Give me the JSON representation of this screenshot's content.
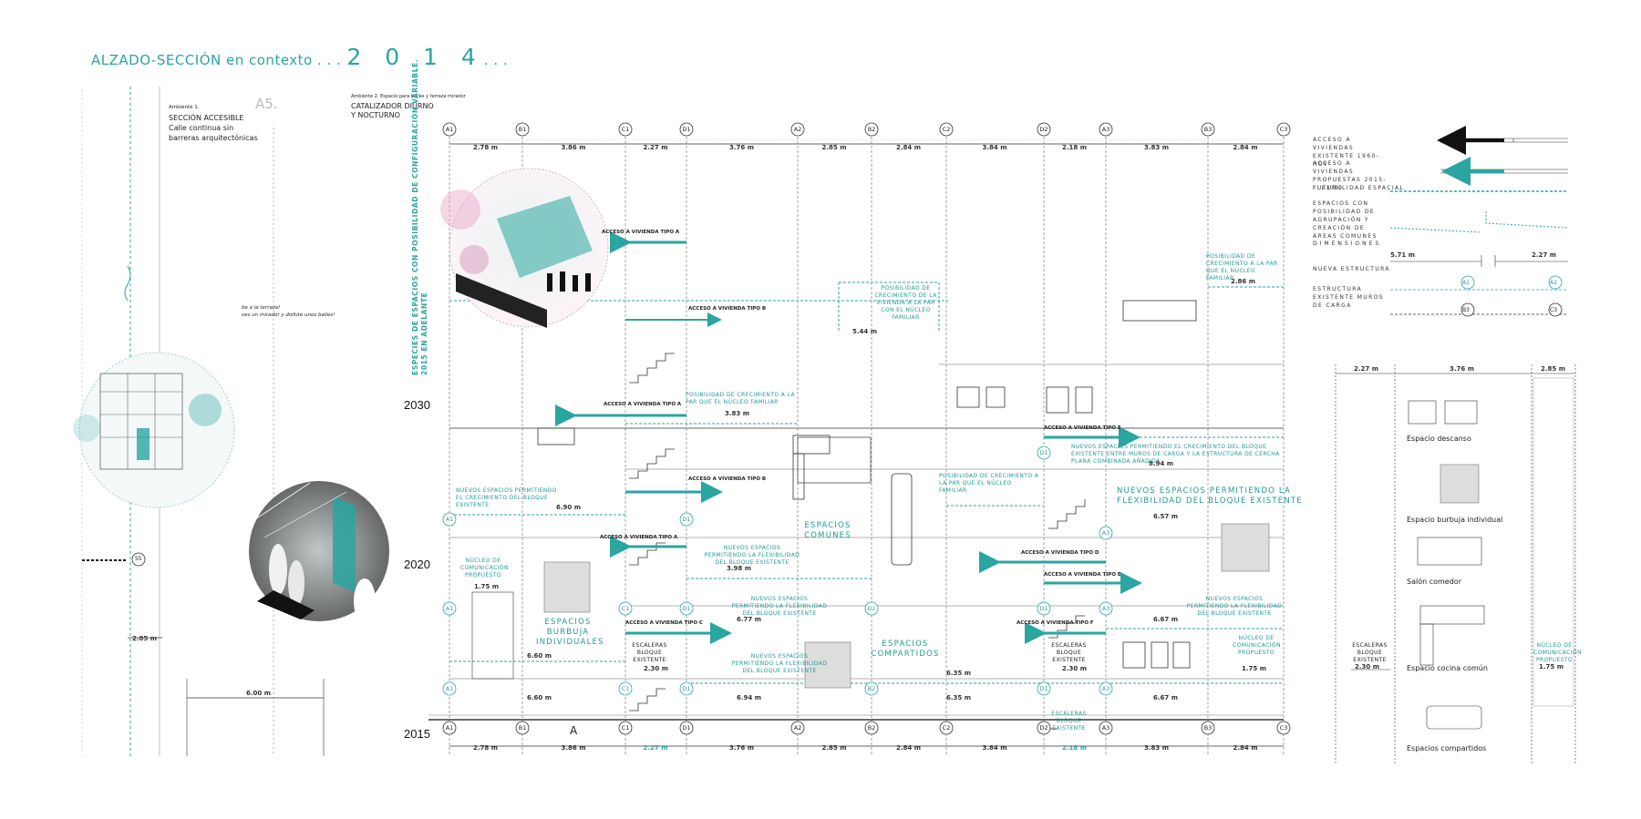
{
  "title": {
    "prefix": "ALZADO-SECCIÓN en contexto . . .",
    "year": "2 0 1 4",
    "suffix": ". . ."
  },
  "left_panel": {
    "ambiente1": "Ambiente 1.",
    "section_code": "A5.",
    "accesible_title": "SECCIÓN ACCESIBLE",
    "accesible_line1": "Calle continua sin",
    "accesible_line2": "barreras arquitectónicas",
    "ambiente2": "Ambiente 2. Espacio para bailes y terraza mirador",
    "catalizador1": "CATALIZADOR DIURNO",
    "catalizador2": "Y NOCTURNO",
    "terraza1": "be a la terraza!",
    "terraza2": "ves un mirador y disfute unos bailes!",
    "s5": "S5",
    "dim_205": "2.05 m",
    "dim_600": "6.00 m"
  },
  "vertical_caption": {
    "line1": "ESPECIES DE ESPACIOS CON POSIBILIDAD DE CONFIGURACIÓN VARIABLE.",
    "line2": "2015 EN ADELANTE"
  },
  "years": [
    "2030",
    "2020",
    "2015"
  ],
  "grid_axes": [
    "A1",
    "B1",
    "C1",
    "D1",
    "A2",
    "B2",
    "C2",
    "D2",
    "A3",
    "B3",
    "C3"
  ],
  "spans_top": [
    "2.78 m",
    "3.86 m",
    "2.27 m",
    "3.76 m",
    "2.85 m",
    "2.84 m",
    "3.84 m",
    "2.18 m",
    "3.83 m",
    "2.84 m"
  ],
  "spans_bottom": [
    "2.78 m",
    "3.86 m",
    "2.27 m",
    "3.76 m",
    "2.85 m",
    "2.84 m",
    "3.84 m",
    "2.18 m",
    "3.83 m",
    "2.84 m"
  ],
  "section_mark": "A",
  "access": {
    "tipo_a": "ACCESO A VIVIENDA TIPO A",
    "tipo_b": "ACCESO A VIVIENDA TIPO B",
    "tipo_c": "ACCESO A VIVIENDA TIPO C",
    "tipo_d": "ACCESO A VIVIENDA TIPO D",
    "tipo_e": "ACCESO A VIVIENDA TIPO E",
    "tipo_f": "ACCESO A VIVIENDA TIPO F"
  },
  "notes": {
    "crecimiento_vivienda": "POSIBILIDAD DE CRECIMIENTO DE LA VIVIENDA A LA PAR CON EL NÚCLEO FAMILIAR",
    "crecimiento_par": "POSIBILIDAD DE CRECIMIENTO A LA PAR QUE EL NÚCLEO FAMILIAR",
    "nuevos_bloque": "NUEVOS ESPACIOS PERMITIENDO EL CRECIMIENTO DEL BLOQUE EXISTENTE",
    "nuevos_flex": "NUEVOS ESPACIOS PERMITIENDO LA FLEXIBILIDAD DEL BLOQUE EXISTENTE",
    "nuevos_big1": "NUEVOS ESPACIOS PERMITIENDO LA",
    "nuevos_big2": "FLEXIBILIDAD DEL BLOQUE EXISTENTE",
    "nuevos_cercha": "NUEVOS ESPACIOS PERMITIENDO EL CRECIMIENTO DEL BLOQUE EXISTENTE ENTRE MUROS DE CARGA Y LA ESTRUCTURA DE CERCHA PLANA COMBINADA AÑADIDA",
    "nucleo_propuesto": "NÚCLEO DE COMUNICACIÓN PROPUESTO",
    "escaleras": "ESCALERAS BLOQUE EXISTENTE",
    "espacios_comunes": "ESPACIOS COMUNES",
    "espacios_burbuja": "ESPACIOS BURBUJA INDIVIDUALES",
    "espacios_compartidos": "ESPACIOS COMPARTIDOS"
  },
  "dims_inner": {
    "d544": "5.44 m",
    "d383": "3.83 m",
    "d286": "2.86 m",
    "d894": "8.94 m",
    "d690": "6.90 m",
    "d657": "6.57 m",
    "d398": "3.98 m",
    "d175": "1.75 m",
    "d677": "6.77 m",
    "d667": "6.67 m",
    "d660": "6.60 m",
    "d230": "2.30 m",
    "d635": "6.35 m",
    "d694": "6.94 m",
    "d230b": "2.30 m"
  },
  "legend": {
    "existente": "ACCESO A VIVIENDAS EXISTENTE 1960-HOY",
    "propuestas": "ACCESO A VIVIENDAS PROPUESTAS 2015-FUTURO",
    "flexibilidad": "FLEXIBILIDAD ESPACIAL",
    "agrupacion": "ESPACIOS CON POSIBILIDAD DE AGRUPACIÓN Y CREACIÓN DE ÁREAS COMUNES",
    "dimensiones": "DIMENSIONES",
    "dim_a": "5.71 m",
    "dim_b": "2.27 m",
    "nueva": "NUEVA ESTRUCTURA",
    "existente_estr": "ESTRUCTURA EXISTENTE MUROS DE CARGA",
    "ax_a1": "A1",
    "ax_a2": "A2",
    "ax_b3": "B3",
    "ax_c3": "C3"
  },
  "right_panel": {
    "d227": "2.27 m",
    "d376": "3.76 m",
    "d285": "2.85 m",
    "d230": "2.30 m",
    "d175": "1.75 m",
    "escaleras": "ESCALERAS BLOQUE EXISTENTE",
    "nucleo": "NÚCLEO DE COMUNICACIÓN PROPUESTO",
    "descanso": "Espacio descanso",
    "burbuja": "Espacio burbuja individual",
    "salon": "Salón comedor",
    "cocina": "Espacio cocina común",
    "compartidos": "Espacios compartidos"
  },
  "colors": {
    "teal": "#2aa5a0",
    "teal_dark": "#1f8f8b",
    "black": "#111111",
    "grey": "#888888"
  }
}
